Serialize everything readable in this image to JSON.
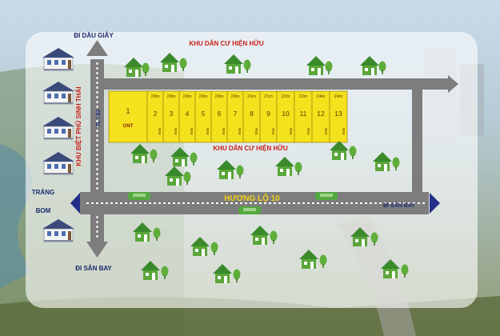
{
  "map": {
    "label_north_top": "ĐI DẦU GIÂY",
    "label_south_bottom": "ĐI SÂN BAY",
    "label_east_bottom": "ĐI SÂN BAY",
    "label_west": "TRẢNG BOM",
    "road_vertical": "TL 769",
    "road_main": "HƯƠNG LỘ 10",
    "villa_area": "KHU BIỆT PHỦ SINH THÁI",
    "residential_top": "KHU DÂN CƯ HIỆN HỮU",
    "residential_mid": "KHU DÂN CƯ HIỆN HỮU",
    "lot1": {
      "number": "1",
      "tag": "ONT"
    },
    "lots": [
      {
        "number": "2",
        "width": "20m",
        "depth": "50m"
      },
      {
        "number": "3",
        "width": "20m",
        "depth": "50m"
      },
      {
        "number": "4",
        "width": "20m",
        "depth": "50m"
      },
      {
        "number": "5",
        "width": "20m",
        "depth": "50m"
      },
      {
        "number": "6",
        "width": "20m",
        "depth": "50m"
      },
      {
        "number": "7",
        "width": "20m",
        "depth": "50m"
      },
      {
        "number": "8",
        "width": "21m",
        "depth": "50m"
      },
      {
        "number": "9",
        "width": "21m",
        "depth": "50m"
      },
      {
        "number": "10",
        "width": "22m",
        "depth": "50m"
      },
      {
        "number": "11",
        "width": "22m",
        "depth": "50m"
      },
      {
        "number": "12",
        "width": "24m",
        "depth": "50m"
      },
      {
        "number": "13",
        "width": "24m",
        "depth": "50m"
      }
    ]
  }
}
